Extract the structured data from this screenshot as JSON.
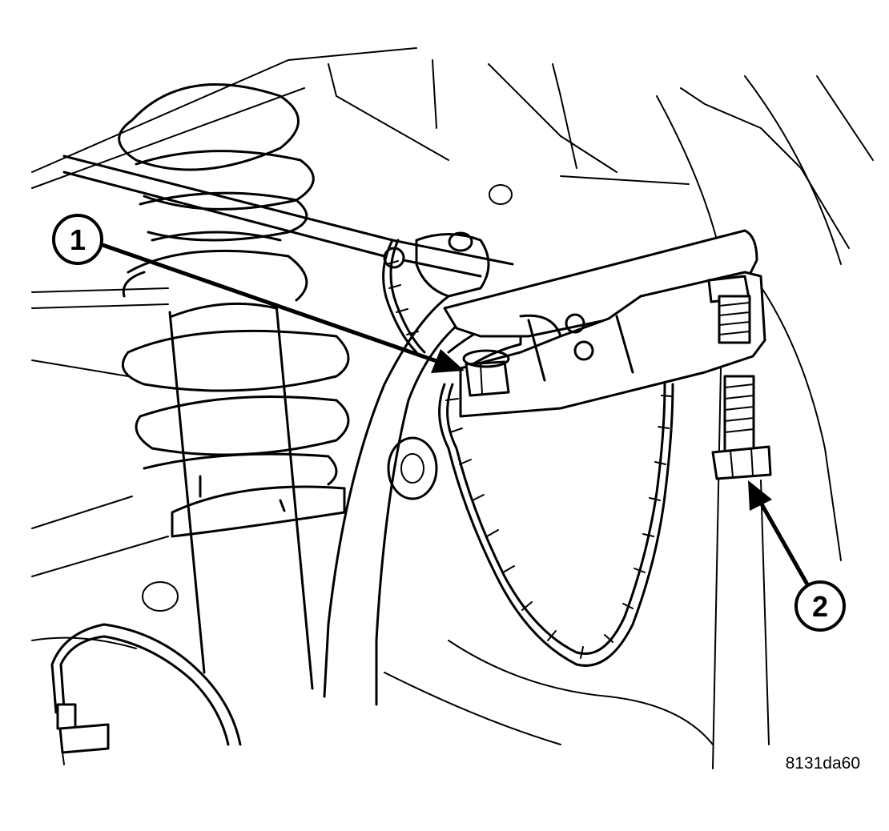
{
  "callouts": [
    {
      "number": "1"
    },
    {
      "number": "2"
    }
  ],
  "figure_id": "8131da60",
  "colors": {
    "line": "#000000",
    "background": "#ffffff"
  }
}
